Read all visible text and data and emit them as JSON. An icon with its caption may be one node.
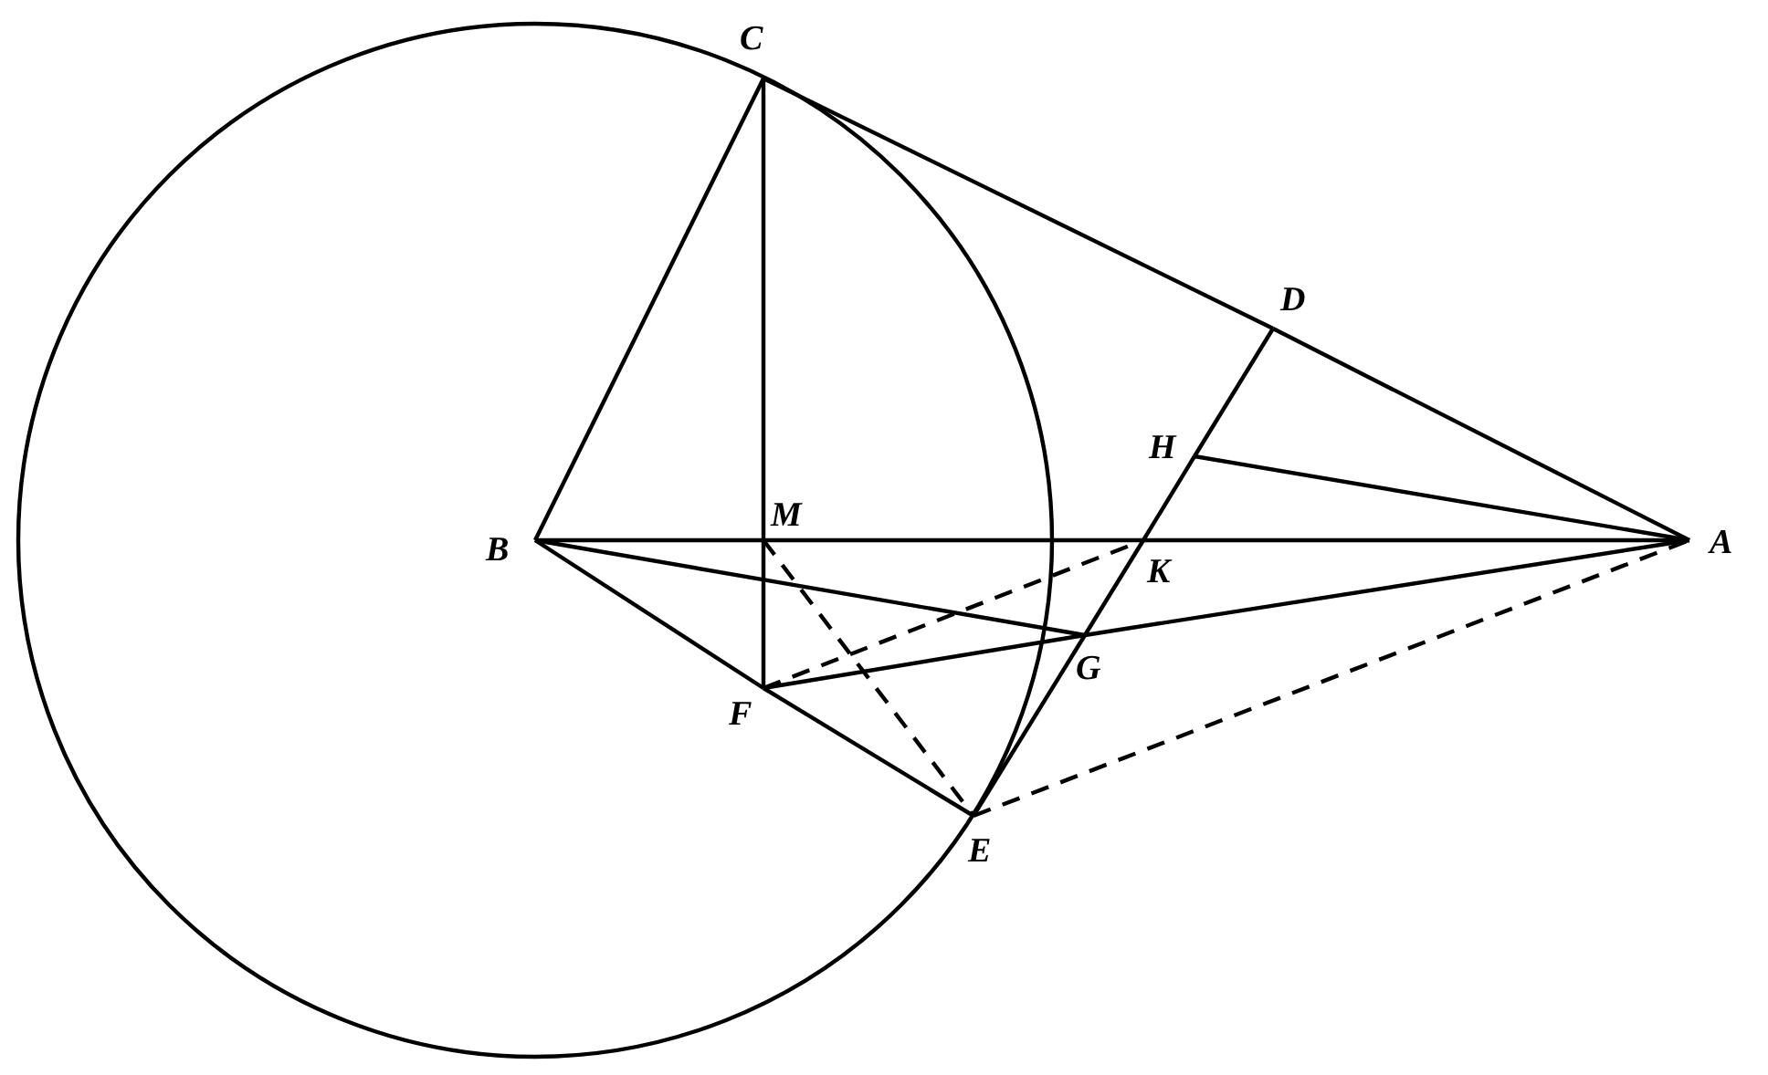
{
  "diagram": {
    "nodes": [
      {
        "text": [
          "C"
        ]
      },
      {
        "text": [
          "D"
        ]
      },
      {
        "text": [
          "H"
        ]
      },
      {
        "text": [
          "B"
        ]
      },
      {
        "text": [
          "M"
        ]
      },
      {
        "text": [
          "A"
        ]
      },
      {
        "text": [
          "K"
        ]
      },
      {
        "text": [
          "G"
        ]
      },
      {
        "text": [
          "F"
        ]
      },
      {
        "text": [
          "E"
        ]
      }
    ],
    "edges": [
      {
        "from": 0,
        "to": 3,
        "arrow": "none"
      },
      {
        "from": 0,
        "to": 4,
        "arrow": "none"
      },
      {
        "from": 4,
        "to": 8,
        "arrow": "none"
      },
      {
        "from": 0,
        "to": 1,
        "arrow": "none"
      },
      {
        "from": 1,
        "to": 5,
        "arrow": "none"
      },
      {
        "from": 3,
        "to": 4,
        "arrow": "none"
      },
      {
        "from": 4,
        "to": 6,
        "arrow": "none"
      },
      {
        "from": 6,
        "to": 5,
        "arrow": "none"
      },
      {
        "from": 1,
        "to": 2,
        "arrow": "none"
      },
      {
        "from": 2,
        "to": 6,
        "arrow": "none"
      },
      {
        "from": 6,
        "to": 7,
        "arrow": "none"
      },
      {
        "from": 7,
        "to": 9,
        "arrow": "none"
      },
      {
        "from": 2,
        "to": 5,
        "arrow": "none"
      },
      {
        "from": 3,
        "to": 8,
        "arrow": "none"
      },
      {
        "from": 8,
        "to": 9,
        "arrow": "none"
      },
      {
        "from": 3,
        "to": 7,
        "arrow": "none"
      },
      {
        "from": 8,
        "to": 7,
        "arrow": "none"
      },
      {
        "from": 7,
        "to": 5,
        "arrow": "none"
      },
      {
        "from": 8,
        "to": 6,
        "arrow": "none",
        "style": "dashed"
      },
      {
        "from": 4,
        "to": 9,
        "arrow": "none",
        "style": "dashed"
      },
      {
        "from": 9,
        "to": 5,
        "arrow": "none",
        "style": "dashed"
      }
    ]
  }
}
